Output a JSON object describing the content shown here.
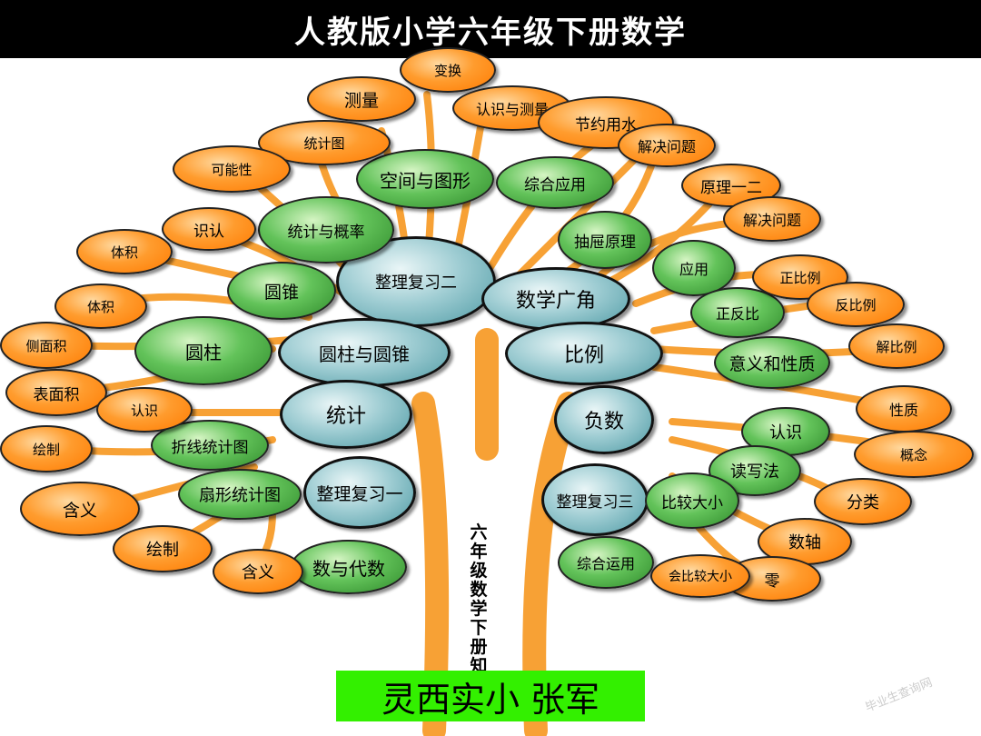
{
  "title": "人教版小学六年级下册数学",
  "trunk_label": "六年级数学下册知识树",
  "sign": "灵西实小 张军",
  "watermark": "毕业生查询网",
  "colors": {
    "orange": "#ff8a1a",
    "green": "#4caf3f",
    "teal": "#8cc6cc",
    "branch": "#f7a135",
    "sign": "#33f000"
  },
  "nodes": {
    "zhengli1": "整理复习一",
    "zhengli2": "整理复习二",
    "zhengli3": "整理复习三",
    "shuxueguangjiao": "数学广角",
    "bili": "比例",
    "fushu": "负数",
    "tongji": "统计",
    "yuanzhu_yuanzhui": "圆柱与圆锥",
    "kongjian": "空间与图形",
    "tongji_gailv": "统计与概率",
    "zonghe_yingyong": "综合应用",
    "choutilyuanli": "抽屉原理",
    "yuanzhui": "圆锥",
    "yuanzhu": "圆柱",
    "zhexian": "折线统计图",
    "shanxing": "扇形统计图",
    "shu_daishu": "数与代数",
    "yingyong": "应用",
    "zhengfanbi": "正反比",
    "yiyi_xingzhi": "意义和性质",
    "renshi_g": "认识",
    "duxiefa": "读写法",
    "bijiao_daxiao": "比较大小",
    "zonghe_yunyong": "综合运用",
    "bianhuan": "变换",
    "celiang": "测量",
    "renshi_celiang": "认识与测量",
    "jieyue": "节约用水",
    "jiejue1": "解决问题",
    "tongjitu": "统计图",
    "kenengxing": "可能性",
    "yuanli12": "原理一二",
    "jiejue2": "解决问题",
    "shiren": "识认",
    "tiji1": "体积",
    "tiji2": "体积",
    "zhengbili": "正比例",
    "fanbili": "反比例",
    "cemianji": "侧面积",
    "biaomianji": "表面积",
    "jiebili": "解比例",
    "renshi_o": "认识",
    "xingzhi": "性质",
    "huizhi1": "绘制",
    "gainian": "概念",
    "hanyi1": "含义",
    "fenlei": "分类",
    "huizhi2": "绘制",
    "shuzhou": "数轴",
    "hanyi2": "含义",
    "hui_bijiao": "会比较大小",
    "ling": "零"
  }
}
